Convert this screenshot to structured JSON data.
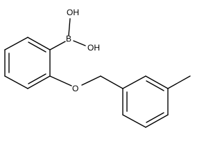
{
  "molecule": {
    "atoms": {
      "boron": "B",
      "hydroxyl_top": "OH",
      "hydroxyl_right": "OH",
      "ether_oxygen": "O"
    }
  }
}
